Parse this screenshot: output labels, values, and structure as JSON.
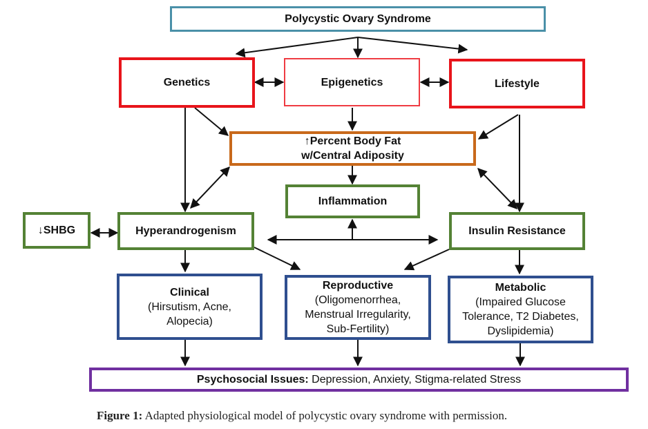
{
  "nodes": {
    "pcos": "Polycystic Ovary Syndrome",
    "genetics": "Genetics",
    "epigenetics": "Epigenetics",
    "lifestyle": "Lifestyle",
    "body_fat": {
      "arrow": "↑",
      "line1": "Percent Body Fat",
      "line2": "w/Central Adiposity"
    },
    "inflammation": "Inflammation",
    "shbg": {
      "arrow": "↓",
      "label": "SHBG"
    },
    "hyperandrogenism": "Hyperandrogenism",
    "insulin_resistance": "Insulin Resistance",
    "clinical": {
      "title": "Clinical",
      "line1": "(Hirsutism, Acne,",
      "line2": "Alopecia)"
    },
    "reproductive": {
      "title": "Reproductive",
      "line1": "(Oligomenorrhea,",
      "line2": "Menstrual Irregularity,",
      "line3": "Sub-Fertility)"
    },
    "metabolic": {
      "title": "Metabolic",
      "line1": "(Impaired Glucose",
      "line2": "Tolerance, T2 Diabetes,",
      "line3": "Dyslipidemia)"
    },
    "psychosocial": {
      "label": "Psychosocial Issues:",
      "text": " Depression, Anxiety, Stigma-related Stress"
    }
  },
  "caption": {
    "figure": "Figure 1:",
    "text": " Adapted physiological model of polycystic ovary syndrome with permission."
  }
}
